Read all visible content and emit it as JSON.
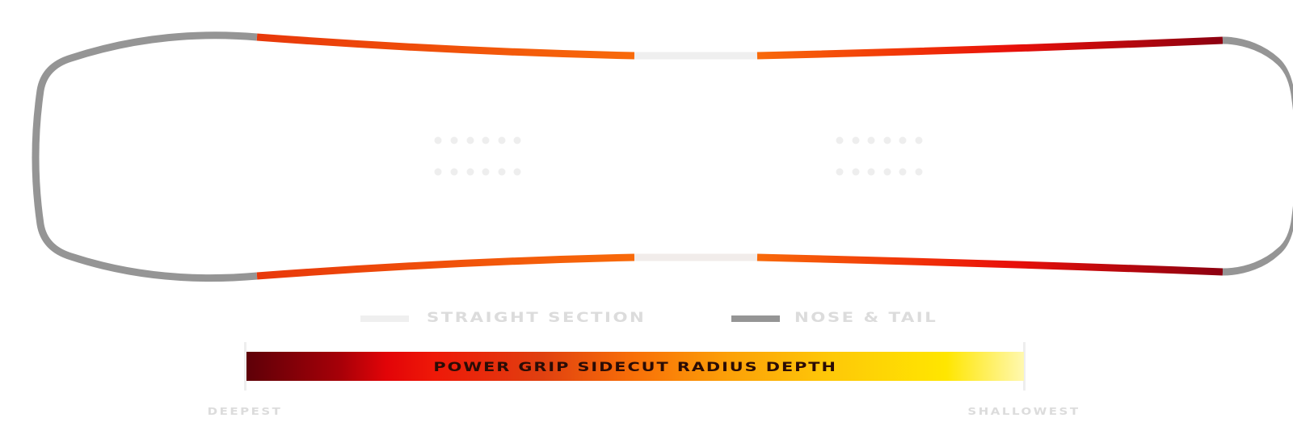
{
  "legend": {
    "straight_section": "STRAIGHT SECTION",
    "nose_tail": "NOSE & TAIL"
  },
  "depth_scale": {
    "title": "POWER GRIP SIDECUT RADIUS DEPTH",
    "min_label": "DEEPEST",
    "max_label": "SHALLOWEST"
  },
  "colors": {
    "nose_tail": "#959595",
    "straight": "#efefef",
    "deep": "#8c0010",
    "mid": "#e8100a",
    "shallow": "#f86a0a"
  }
}
